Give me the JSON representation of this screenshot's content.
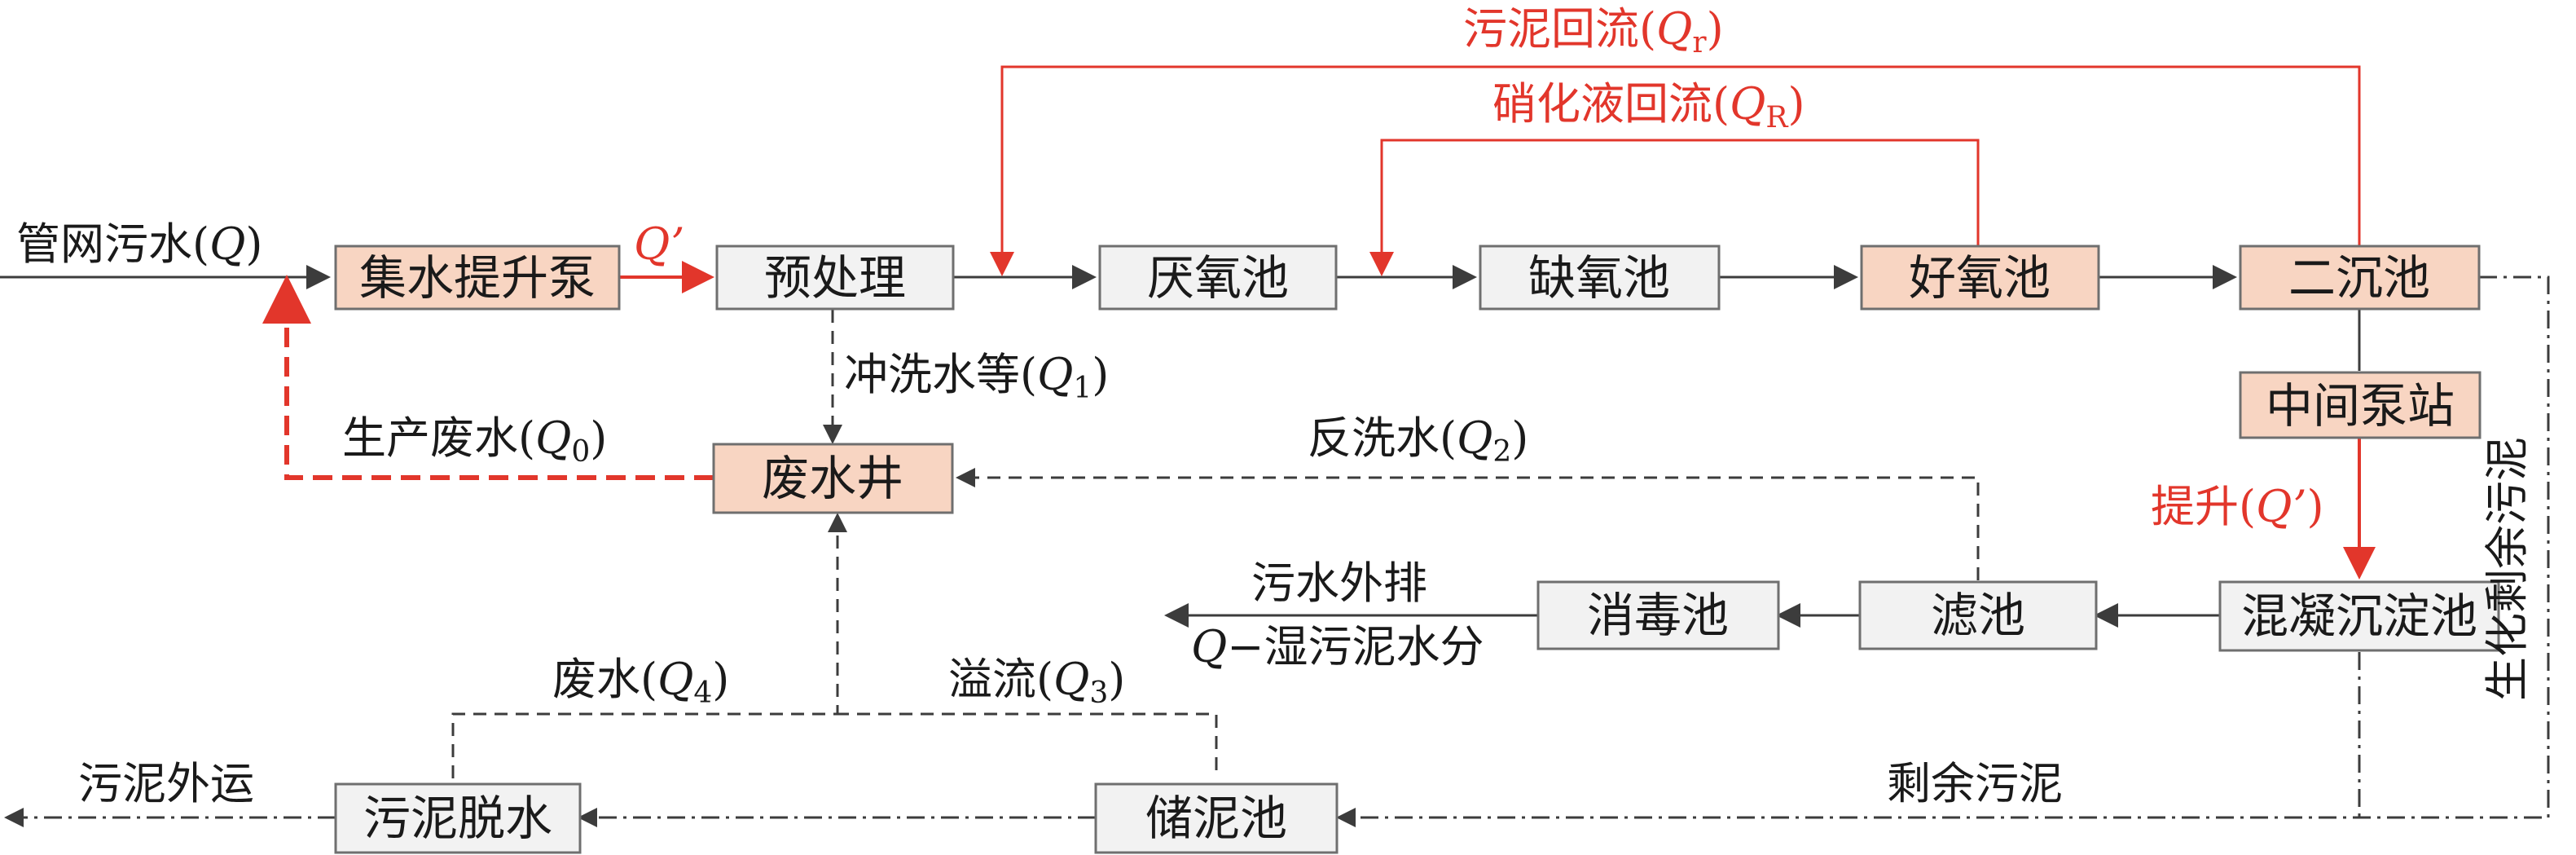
{
  "colors": {
    "pink_fill": "#f8d5c2",
    "gray_fill": "#f2f2f2",
    "red": "#e2362b",
    "dark": "#3c3c3c"
  },
  "boxes": {
    "pump": "集水提升泵",
    "pretreat": "预处理",
    "anaerobic": "厌氧池",
    "anoxic": "缺氧池",
    "aerobic": "好氧池",
    "secondary": "二沉池",
    "midpump": "中间泵站",
    "coag": "混凝沉淀池",
    "filter": "滤池",
    "disinfect": "消毒池",
    "waste_well": "废水井",
    "storage": "储泥池",
    "dewater": "污泥脱水"
  },
  "labels": {
    "inflow_text": "管网污水(",
    "inflow_var": "Q",
    "inflow_close": ")",
    "qprime": "Q’",
    "sludge_return_text": "污泥回流(",
    "sludge_return_var": "Q",
    "sludge_return_sub": "r",
    "sludge_return_close": ")",
    "nitrate_return_text": "硝化液回流(",
    "nitrate_return_var": "Q",
    "nitrate_return_sub": "R",
    "nitrate_return_close": ")",
    "wash_text": "冲洗水等(",
    "wash_var": "Q",
    "wash_sub": "1",
    "wash_close": ")",
    "prod_text": "生产废水(",
    "prod_var": "Q",
    "prod_sub": "0",
    "prod_close": ")",
    "backwash_text": "反洗水(",
    "backwash_var": "Q",
    "backwash_sub": "2",
    "backwash_close": ")",
    "lift_text": "提升(",
    "lift_var": "Q’",
    "lift_close": ")",
    "discharge_1": "污水外排",
    "discharge_2_var": "Q",
    "discharge_2_text": "−湿污泥水分",
    "wastewater4_text": "废水(",
    "wastewater4_var": "Q",
    "wastewater4_sub": "4",
    "wastewater4_close": ")",
    "overflow_text": "溢流(",
    "overflow_var": "Q",
    "overflow_sub": "3",
    "overflow_close": ")",
    "sludge_out": "污泥外运",
    "excess_sludge": "剩余污泥",
    "bio_excess_sludge": "生化剩余污泥"
  }
}
